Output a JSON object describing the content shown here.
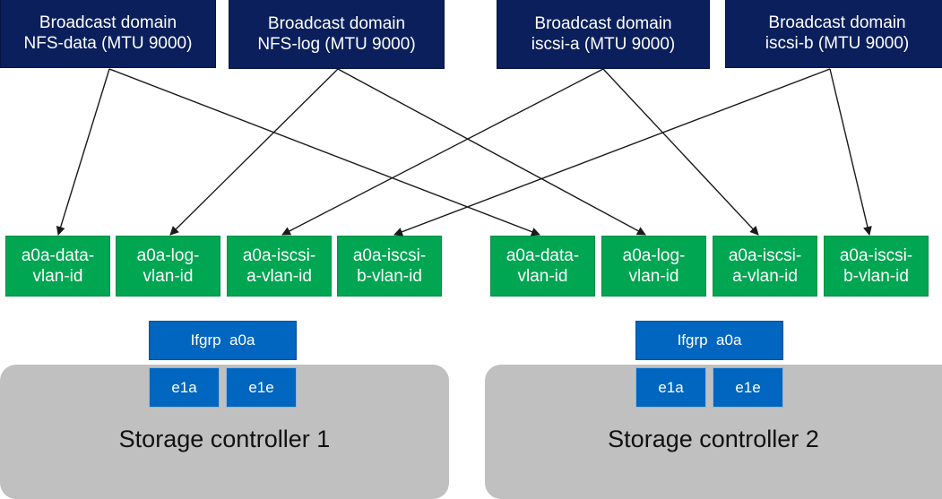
{
  "broadcast_domains": [
    {
      "id": "nfs-data",
      "line1": "Broadcast domain",
      "line2": "NFS-data (MTU 9000)"
    },
    {
      "id": "nfs-log",
      "line1": "Broadcast domain",
      "line2": "NFS-log (MTU 9000)"
    },
    {
      "id": "iscsi-a",
      "line1": "Broadcast domain",
      "line2": "iscsi-a (MTU 9000)"
    },
    {
      "id": "iscsi-b",
      "line1": "Broadcast domain",
      "line2": "iscsi-b (MTU 9000)"
    }
  ],
  "controllers": [
    {
      "label": "Storage controller 1",
      "ifgrp": "Ifgrp  a0a",
      "ports": [
        "e1a",
        "e1e"
      ],
      "vlans": [
        {
          "line1": "a0a-data-",
          "line2": "vlan-id",
          "domain": "nfs-data"
        },
        {
          "line1": "a0a-log-",
          "line2": "vlan-id",
          "domain": "nfs-log"
        },
        {
          "line1": "a0a-iscsi-",
          "line2": "a-vlan-id",
          "domain": "iscsi-a"
        },
        {
          "line1": "a0a-iscsi-",
          "line2": "b-vlan-id",
          "domain": "iscsi-b"
        }
      ]
    },
    {
      "label": "Storage controller 2",
      "ifgrp": "Ifgrp  a0a",
      "ports": [
        "e1a",
        "e1e"
      ],
      "vlans": [
        {
          "line1": "a0a-data-",
          "line2": "vlan-id",
          "domain": "nfs-data"
        },
        {
          "line1": "a0a-log-",
          "line2": "vlan-id",
          "domain": "nfs-log"
        },
        {
          "line1": "a0a-iscsi-",
          "line2": "a-vlan-id",
          "domain": "iscsi-a"
        },
        {
          "line1": "a0a-iscsi-",
          "line2": "b-vlan-id",
          "domain": "iscsi-b"
        }
      ]
    }
  ],
  "colors": {
    "domain_fill": "#0a1f5c",
    "vlan_fill": "#00a651",
    "port_fill": "#0066c0",
    "controller_fill": "#c0c0c0",
    "arrow": "#1a1a1a"
  }
}
